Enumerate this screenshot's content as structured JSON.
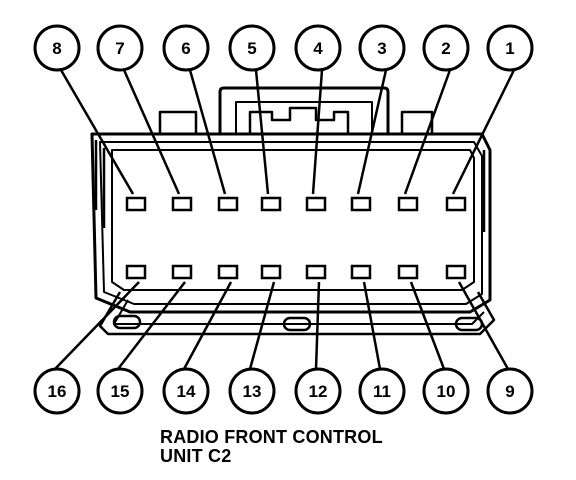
{
  "caption": {
    "line1": "RADIO FRONT CONTROL",
    "line2": "UNIT C2"
  },
  "connector": {
    "top_row_pins": [
      "8",
      "7",
      "6",
      "5",
      "4",
      "3",
      "2",
      "1"
    ],
    "bottom_row_pins": [
      "16",
      "15",
      "14",
      "13",
      "12",
      "11",
      "10",
      "9"
    ]
  }
}
